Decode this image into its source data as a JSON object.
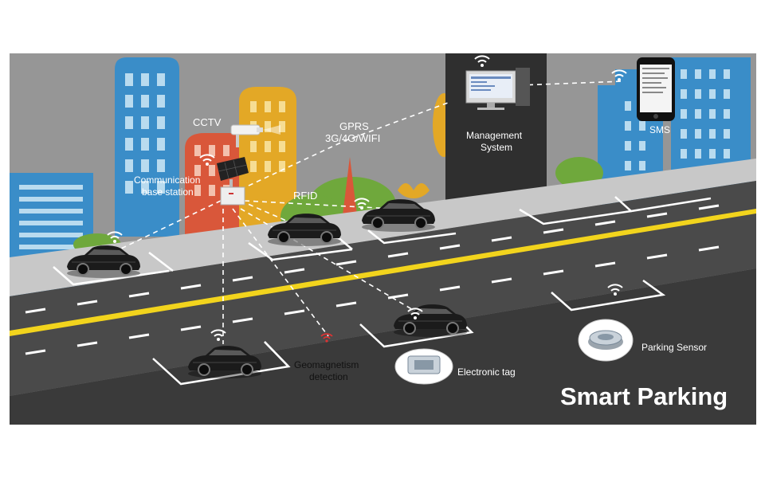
{
  "diagram": {
    "title": "Smart Parking",
    "labels": {
      "cctv": "CCTV",
      "gprs_line1": "GPRS",
      "gprs_line2": "3G/4G/WIFI",
      "comm_line1": "Communication",
      "comm_line2": "base station",
      "rfid": "RFID",
      "mgmt_line1": "Management",
      "mgmt_line2": "System",
      "sms": "SMS",
      "geo_line1": "Geomagnetism",
      "geo_line2": "detection",
      "etag": "Electronic tag",
      "sensor": "Parking Sensor"
    },
    "colors": {
      "sky": "#969696",
      "road": "#4a4a4a",
      "near_sidewalk": "#3a3a3a",
      "center_line": "#f2d41d",
      "building_blue": "#3a8dc8",
      "building_red": "#d9573a",
      "building_yellow": "#e3a826",
      "tree_green": "#6fa83c",
      "panel_dark": "#2f2f2f"
    },
    "icons": [
      "cctv-camera-icon",
      "solar-panel-icon",
      "computer-icon",
      "phone-icon",
      "wifi-icon",
      "car-icon",
      "sensor-icon",
      "tag-icon"
    ]
  }
}
